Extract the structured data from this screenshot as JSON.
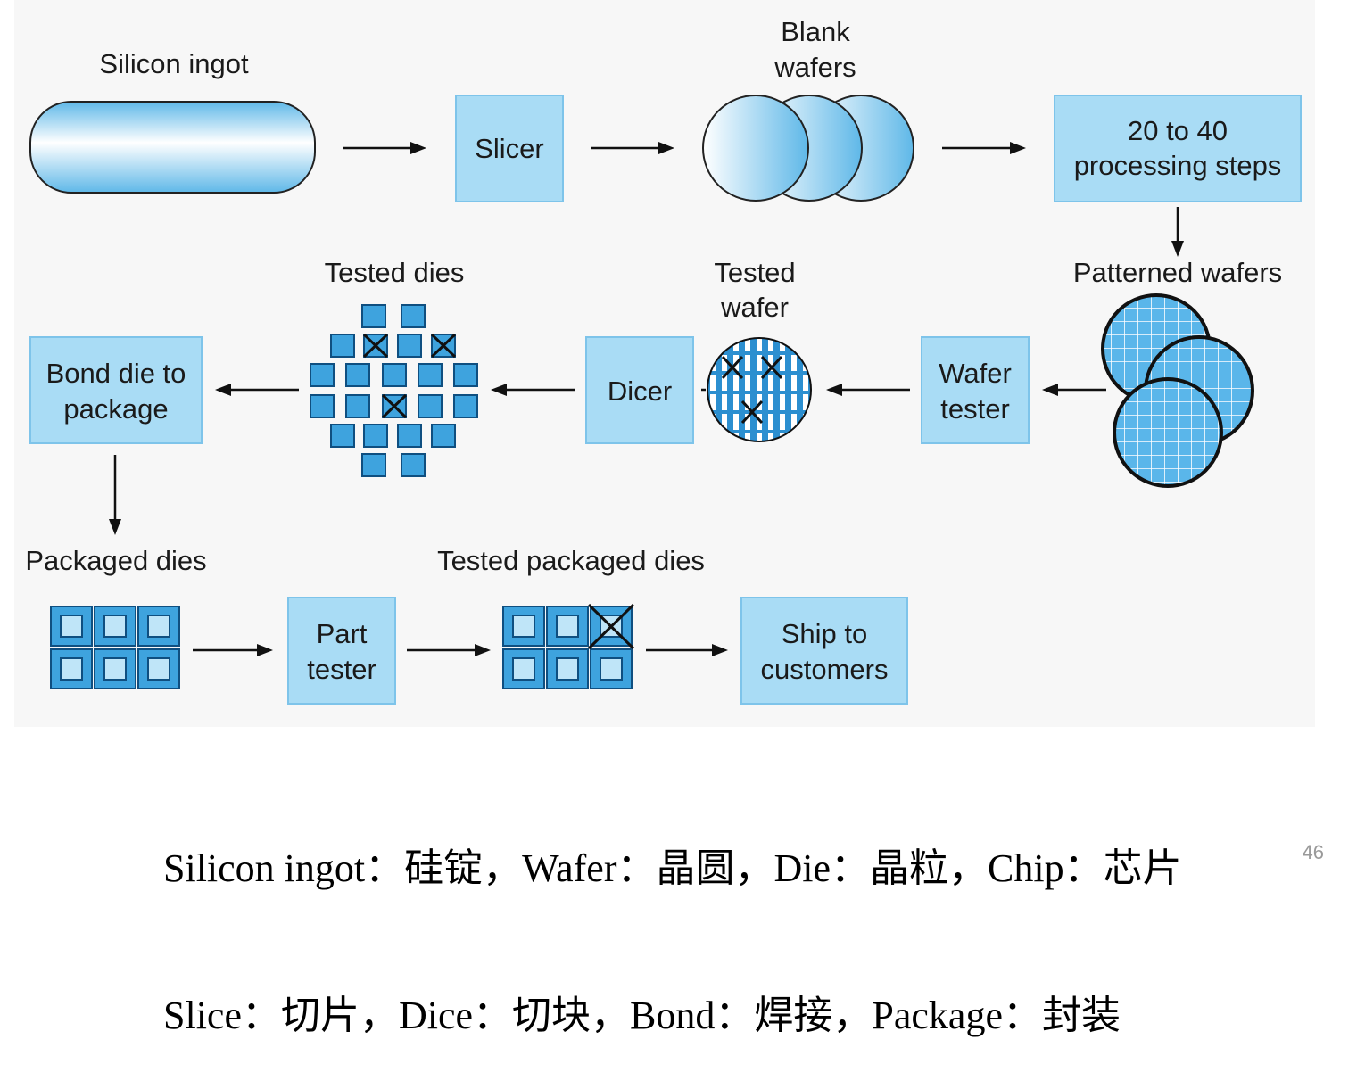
{
  "diagram": {
    "labels": {
      "silicon_ingot": "Silicon ingot",
      "blank_wafers_1": "Blank",
      "blank_wafers_2": "wafers",
      "patterned_wafers": "Patterned wafers",
      "tested_wafer_1": "Tested",
      "tested_wafer_2": "wafer",
      "tested_dies": "Tested dies",
      "packaged_dies": "Packaged dies",
      "tested_packaged_dies": "Tested packaged dies"
    },
    "boxes": {
      "slicer": [
        "Slicer"
      ],
      "processing": [
        "20 to 40",
        "processing steps"
      ],
      "wafer_tester": [
        "Wafer",
        "tester"
      ],
      "dicer": [
        "Dicer"
      ],
      "bond": [
        "Bond die to",
        "package"
      ],
      "part_tester": [
        "Part",
        "tester"
      ],
      "ship": [
        "Ship to",
        "customers"
      ]
    },
    "colors": {
      "box_fill": "#a9dcf5",
      "die_fill": "#3ea3de",
      "wafer_fill": "#5ab6ea"
    }
  },
  "glossary": {
    "line1": "Silicon ingot：硅锭，Wafer：晶圆，Die：晶粒，Chip：芯片",
    "line2": "Slice：切片，Dice：切块，Bond：焊接，Package：封装"
  },
  "page_number": "46"
}
